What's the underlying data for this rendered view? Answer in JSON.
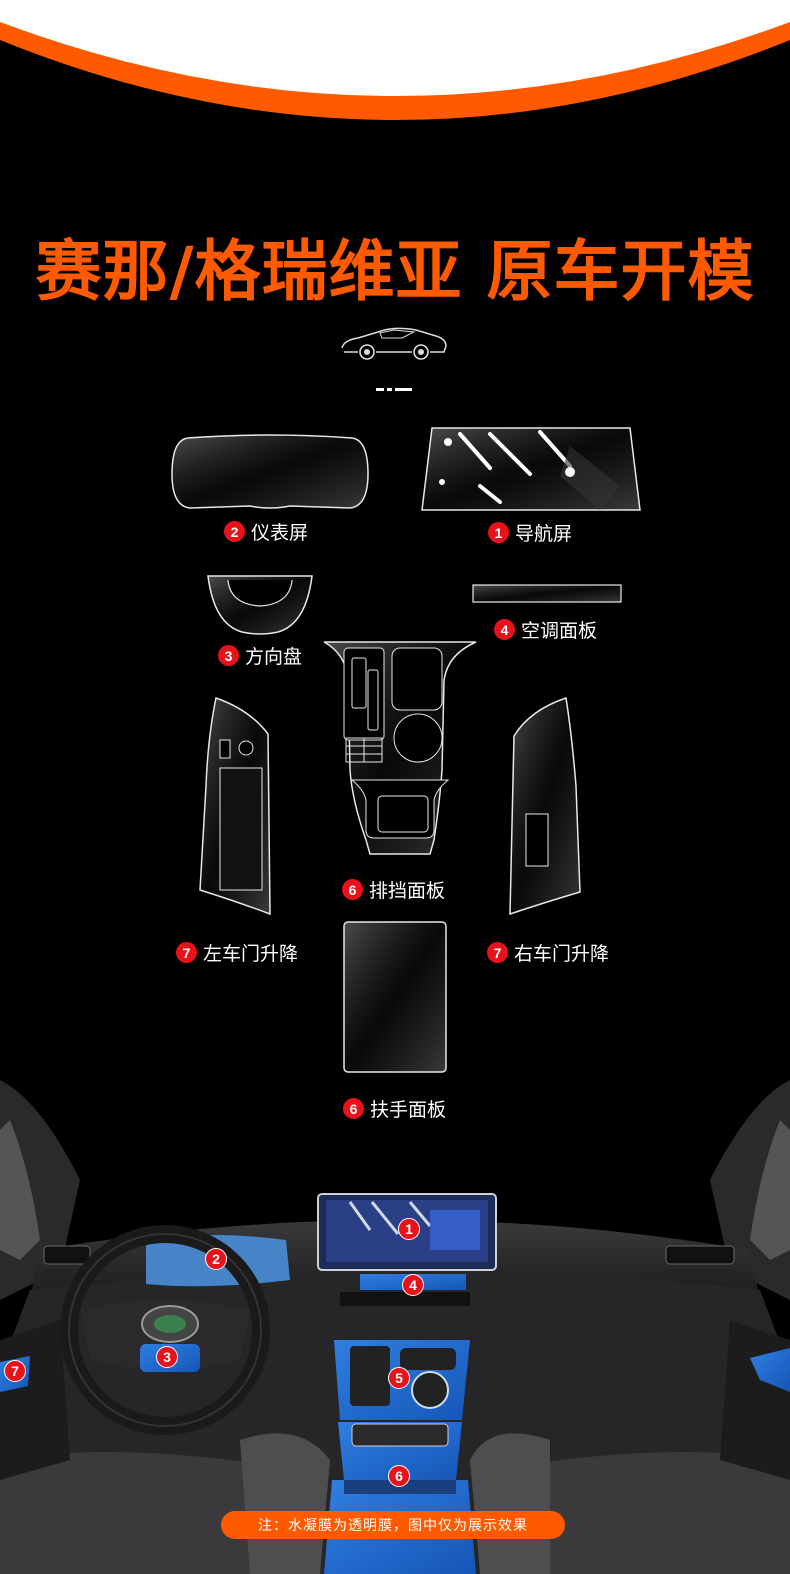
{
  "header": {
    "title": "赛那/格瑞维亚 原车开模"
  },
  "parts": [
    {
      "num": "2",
      "name": "仪表屏"
    },
    {
      "num": "1",
      "name": "导航屏"
    },
    {
      "num": "3",
      "name": "方向盘"
    },
    {
      "num": "4",
      "name": "空调面板"
    },
    {
      "num": "6",
      "name": "排挡面板"
    },
    {
      "num": "7",
      "name": "左车门升降"
    },
    {
      "num": "7",
      "name": "右车门升降"
    },
    {
      "num": "6",
      "name": "扶手面板"
    }
  ],
  "interior_markers": [
    "1",
    "2",
    "3",
    "4",
    "5",
    "6",
    "7"
  ],
  "footer": {
    "note": "注：水凝膜为透明膜，图中仅为展示效果"
  },
  "colors": {
    "accent": "#ff5a00",
    "marker": "#e8121b",
    "background": "#000000"
  }
}
